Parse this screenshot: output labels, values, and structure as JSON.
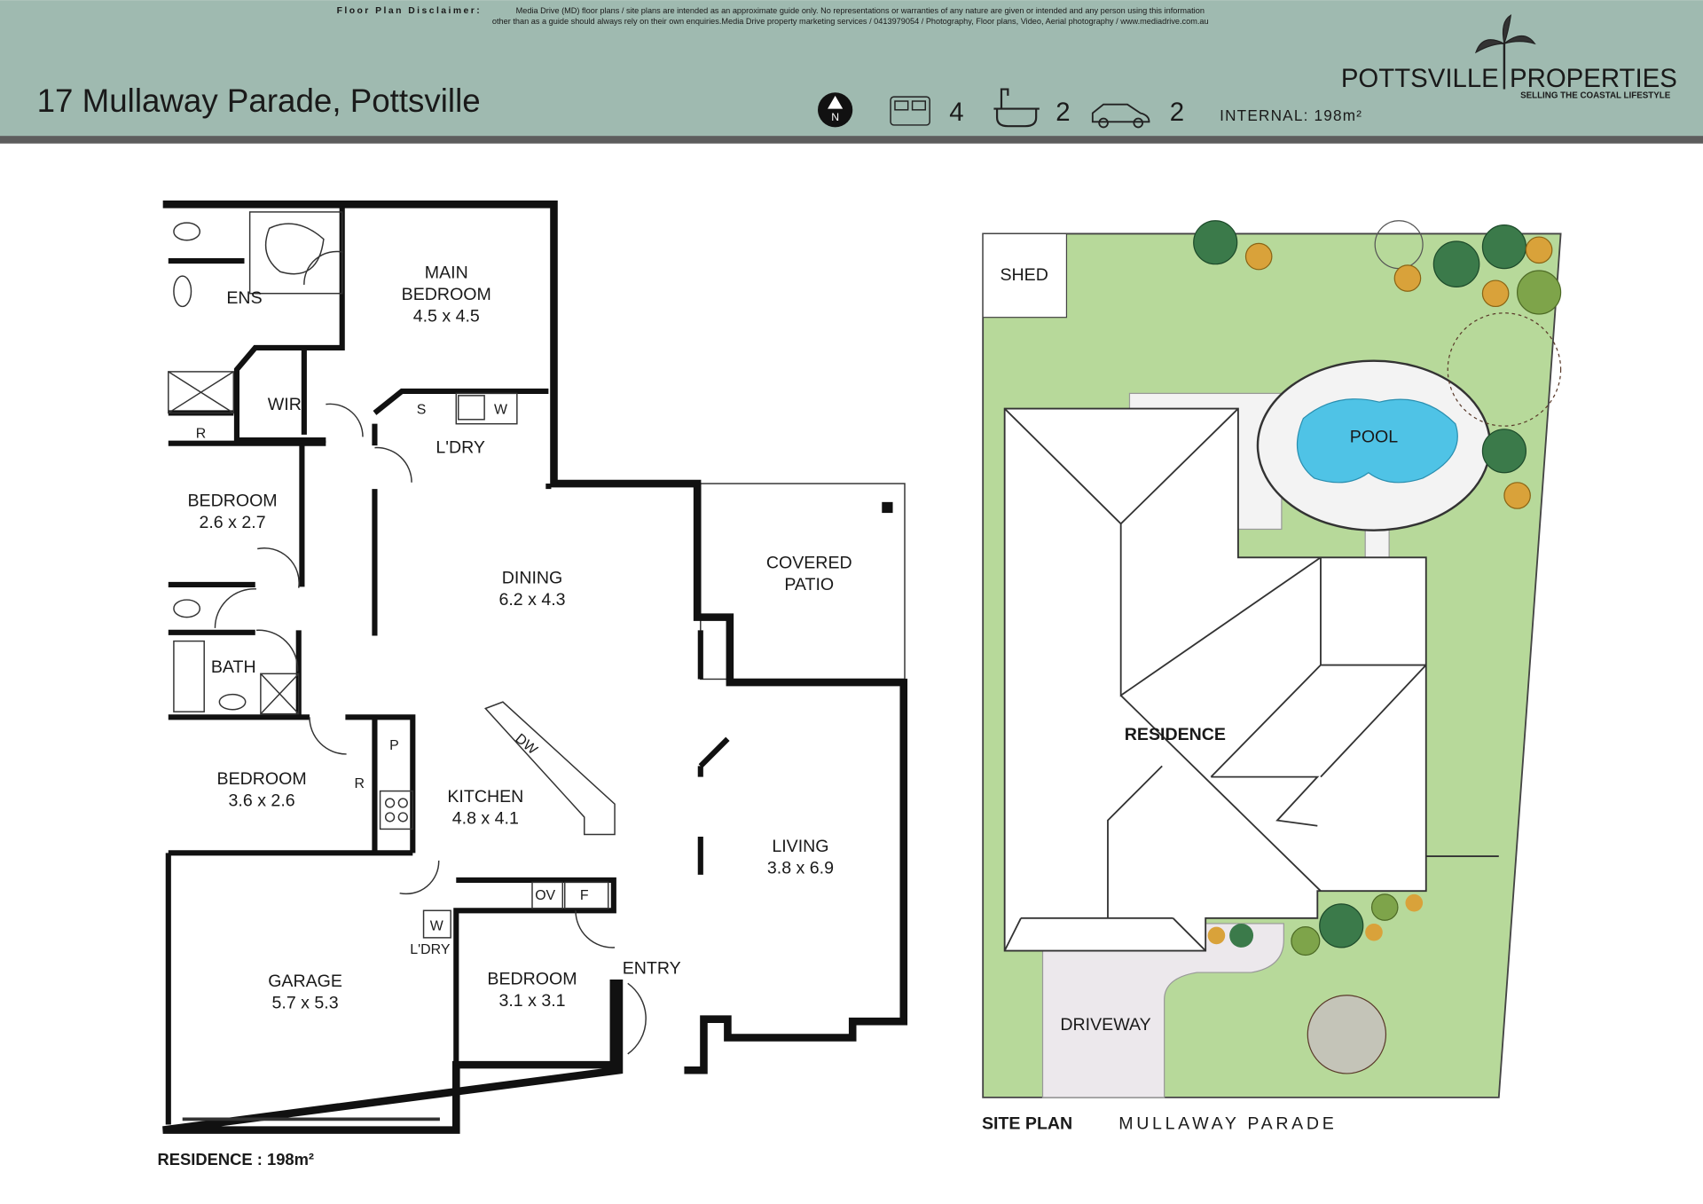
{
  "header": {
    "disclaimer_title": "Floor Plan Disclaimer:",
    "disclaimer_line1": "Media Drive (MD) floor plans / site plans are intended as an approximate guide only.  No representations or warranties of any nature are given or intended and any person using this information",
    "disclaimer_line2": "other than as a guide should always rely on their own enquiries.Media Drive property marketing services / 0413979054 / Photography, Floor plans,  Video, Aerial photography / www.mediadrive.com.au",
    "address": "17 Mullaway Parade, Pottsville",
    "north_label": "N",
    "bedrooms": "4",
    "bathrooms": "2",
    "cars": "2",
    "internal": "INTERNAL: 198m²",
    "brand_left": "POTTSVILLE",
    "brand_right": "PROPERTIES",
    "tagline": "SELLING THE COASTAL LIFESTYLE",
    "colors": {
      "header_bg": "#9fbab0",
      "header_bar": "#5d5d5d",
      "lawn": "#b7d99a",
      "pool": "#4fc3e6"
    }
  },
  "floorplan": {
    "rooms": {
      "ens": "ENS",
      "main_bed_1": "MAIN",
      "main_bed_2": "BEDROOM",
      "main_bed_size": "4.5 x 4.5",
      "wir": "WIR",
      "s": "S",
      "w": "W",
      "ldry": "L'DRY",
      "r1": "R",
      "bed2": "BEDROOM",
      "bed2_size": "2.6 x 2.7",
      "dining": "DINING",
      "dining_size": "6.2 x 4.3",
      "patio_1": "COVERED",
      "patio_2": "PATIO",
      "bath": "BATH",
      "bed3": "BEDROOM",
      "bed3_size": "3.6 x 2.6",
      "p": "P",
      "r2": "R",
      "kitchen": "KITCHEN",
      "kitchen_size": "4.8 x 4.1",
      "dw": "DW",
      "living": "LIVING",
      "living_size": "3.8 x 6.9",
      "ov": "OV",
      "f": "F",
      "w2": "W",
      "ldry2": "L'DRY",
      "garage": "GARAGE",
      "garage_size": "5.7 x 5.3",
      "bed4": "BEDROOM",
      "bed4_size": "3.1 x 3.1",
      "entry": "ENTRY"
    },
    "residence_area": "RESIDENCE : 198m²"
  },
  "siteplan": {
    "shed": "SHED",
    "pool": "POOL",
    "residence": "RESIDENCE",
    "driveway": "DRIVEWAY",
    "title": "SITE PLAN",
    "street": "MULLAWAY PARADE"
  }
}
